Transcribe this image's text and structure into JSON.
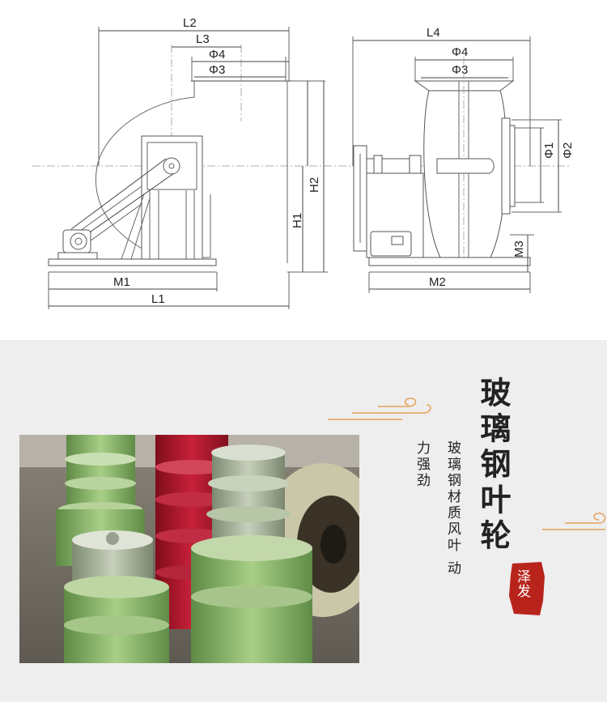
{
  "drawing": {
    "side_view": {
      "L2": "L2",
      "L3": "L3",
      "phi4": "Φ4",
      "phi3": "Φ3",
      "H2": "H2",
      "H1": "H1",
      "M1": "M1",
      "L1": "L1"
    },
    "front_view": {
      "L4": "L4",
      "phi4": "Φ4",
      "phi3": "Φ3",
      "phi1": "Φ1",
      "phi2": "Φ2",
      "M3": "M3",
      "M2": "M2"
    }
  },
  "product": {
    "title": "玻璃钢叶轮",
    "desc_line_1": "玻璃钢材质风叶 动",
    "desc_line_2": "力强劲",
    "seal": "泽发"
  },
  "colors": {
    "seal_red": "#b8241c",
    "accent_orange": "#e6a158",
    "green_impeller": "#8fbf6a",
    "red_impeller": "#b5162a"
  }
}
